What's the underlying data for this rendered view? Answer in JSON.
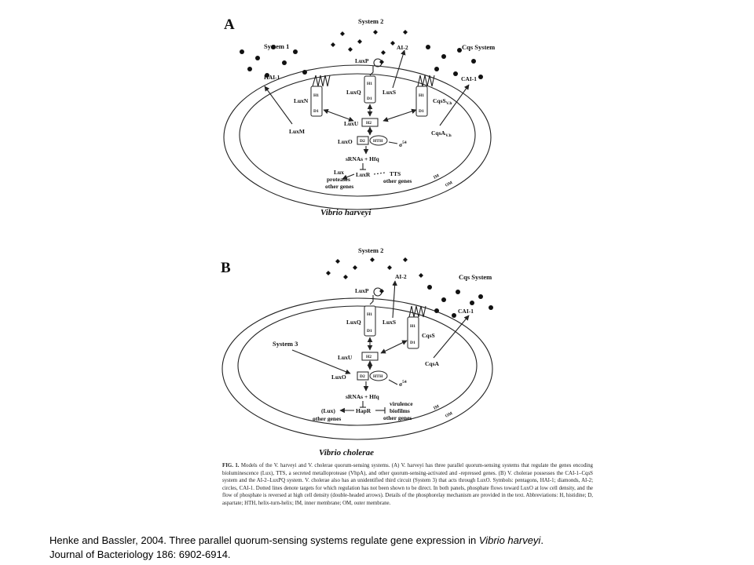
{
  "panel_a": {
    "letter": "A",
    "species": "Vibrio harveyi",
    "labels": {
      "system1": "System 1",
      "system2": "System 2",
      "cqs_system": "Cqs System",
      "hai1": "HAI-1",
      "ai2": "AI-2",
      "cai1": "CAI-1",
      "luxp": "LuxP",
      "luxq": "LuxQ",
      "luxs": "LuxS",
      "luxn": "LuxN",
      "cqss": "CqsS",
      "cqss_sub": "V.h",
      "luxm": "LuxM",
      "cqsa": "CqsA",
      "cqsa_sub": "V.h",
      "luxu": "LuxU",
      "luxo": "LuxO",
      "sigma": "σ",
      "sigma_sup": "54",
      "srnas": "sRNAs + Hfq",
      "luxr": "LuxR",
      "tts": "TTS",
      "other_genes": "other genes",
      "lux_line1": "Lux",
      "lux_line2": "proteases",
      "lux_line3": "other genes",
      "im": "IM",
      "om": "OM",
      "h1": "H1",
      "d1": "D1",
      "h2": "H2",
      "d2": "D2",
      "hth": "HTH"
    }
  },
  "panel_b": {
    "letter": "B",
    "species": "Vibrio cholerae",
    "labels": {
      "system2": "System 2",
      "system3": "System 3",
      "cqs_system": "Cqs System",
      "ai2": "AI-2",
      "cai1": "CAI-1",
      "luxp": "LuxP",
      "luxq": "LuxQ",
      "luxs": "LuxS",
      "cqss": "CqsS",
      "cqsa": "CqsA",
      "luxu": "LuxU",
      "luxo": "LuxO",
      "sigma": "σ",
      "sigma_sup": "54",
      "srnas": "sRNAs + Hfq",
      "hapr": "HapR",
      "lux_paren": "(Lux)",
      "other_genes_left": "other genes",
      "virulence": "virulence",
      "biofilms": "biofilms",
      "other_genes_right": "other genes",
      "im": "IM",
      "om": "OM",
      "h1": "H1",
      "d1": "D1",
      "h2": "H2",
      "d2": "D2",
      "hth": "HTH"
    }
  },
  "legend": {
    "fig_label": "FIG. 1.",
    "text": "Models of the V. harveyi and V. cholerae quorum-sensing systems. (A) V. harveyi has three parallel quorum-sensing systems that regulate the genes encoding bioluminescence (Lux), TTS, a secreted metalloprotease (VhpA), and other quorum-sensing-activated and -repressed genes. (B) V. cholerae possesses the CAI-1–CqsS system and the AI-2–LuxPQ system. V. cholerae also has an unidentified third circuit (System 3) that acts through LuxO. Symbols: pentagons, HAI-1; diamonds, AI-2; circles, CAI-1. Dotted lines denote targets for which regulation has not been shown to be direct. In both panels, phosphate flows toward LuxO at low cell density, and the flow of phosphate is reversed at high cell density (double-headed arrows). Details of the phosphorelay mechanism are provided in the text. Abbreviations: H, histidine; D, aspartate; HTH, helix-turn-helix; IM, inner membrane; OM, outer membrane."
  },
  "citation": {
    "authors": "Henke and Bassler, 2004.  Three parallel quorum-sensing systems regulate gene expression in ",
    "species": "Vibrio harveyi",
    "period": ".",
    "journal": "Journal of Bacteriology 186: 6902-6914."
  }
}
